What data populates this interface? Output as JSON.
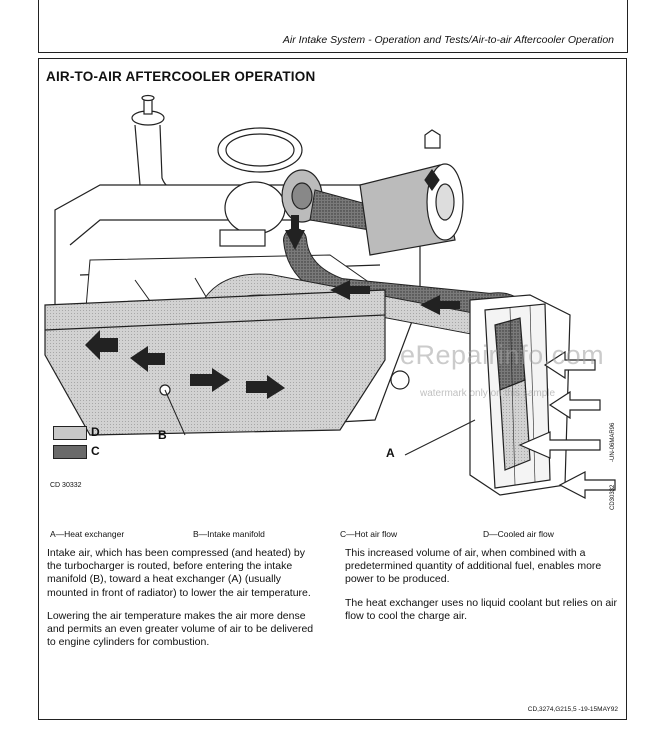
{
  "header": {
    "running_title": "Air Intake System - Operation and Tests/Air-to-air Aftercooler Operation"
  },
  "section": {
    "title": "AIR-TO-AIR AFTERCOOLER OPERATION"
  },
  "figure": {
    "legend": [
      {
        "letter": "D",
        "color": "#c8c8c8"
      },
      {
        "letter": "C",
        "color": "#6a6a6a"
      }
    ],
    "callouts": {
      "a": "A",
      "b": "B"
    },
    "figure_code": "CD 30332",
    "side_code_1": "-UN-06MAR96",
    "side_code_2": "CD30332",
    "watermark": "eRepairinfo.com",
    "watermark_sub": "watermark only on this sample"
  },
  "captions": [
    {
      "key": "A",
      "text": "A—Heat exchanger"
    },
    {
      "key": "B",
      "text": "B—Intake manifold"
    },
    {
      "key": "C",
      "text": "C—Hot air flow"
    },
    {
      "key": "D",
      "text": "D—Cooled air flow"
    }
  ],
  "body": {
    "left": [
      "Intake air, which has been compressed (and heated) by the turbocharger is routed, before entering the intake manifold (B), toward a heat exchanger (A) (usually mounted in front of radiator) to lower the air temperature.",
      "Lowering the air temperature makes the air more dense and permits an even greater volume of air to be delivered to engine cylinders for combustion."
    ],
    "right": [
      "This increased volume of air, when combined with a predetermined quantity of additional fuel, enables more power to be produced.",
      "The heat exchanger uses no liquid coolant but relies on air flow to cool the charge air."
    ]
  },
  "footer": {
    "code": "CD,3274,G215,5 -19-15MAY92"
  }
}
